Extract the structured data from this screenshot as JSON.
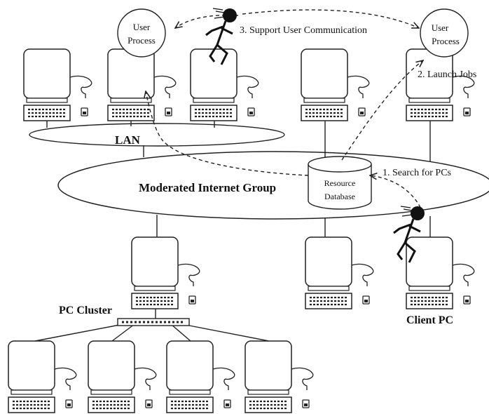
{
  "labels": {
    "user_process_left": [
      "User",
      "Process"
    ],
    "user_process_right": [
      "User",
      "Process"
    ],
    "step3": "3. Support User Communication",
    "step2": "2. Launch Jobs",
    "step1": "1. Search for PCs",
    "lan": "LAN",
    "internet_group": "Moderated Internet Group",
    "resource_db": [
      "Resource",
      "Database"
    ],
    "pc_cluster": "PC Cluster",
    "client_pc": "Client PC"
  },
  "colors": {
    "line": "#222222",
    "fill": "#ffffff",
    "figure": "#111111"
  },
  "icons": [
    "computer-icon",
    "keyboard-icon",
    "mouse-icon",
    "network-switch-icon",
    "database-cylinder-icon",
    "running-figure-icon"
  ]
}
